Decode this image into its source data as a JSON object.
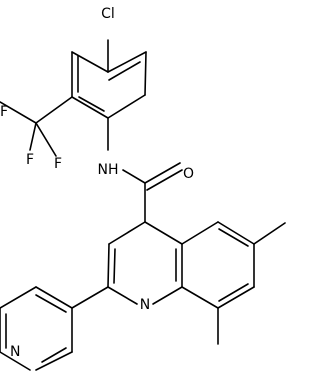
{
  "atom_labels": {
    "cl": "Cl",
    "f1": "F",
    "f2": "F",
    "f3": "F",
    "nh": "NH",
    "o": "O",
    "n_quinoline": "N",
    "n_pyridine": "N"
  }
}
